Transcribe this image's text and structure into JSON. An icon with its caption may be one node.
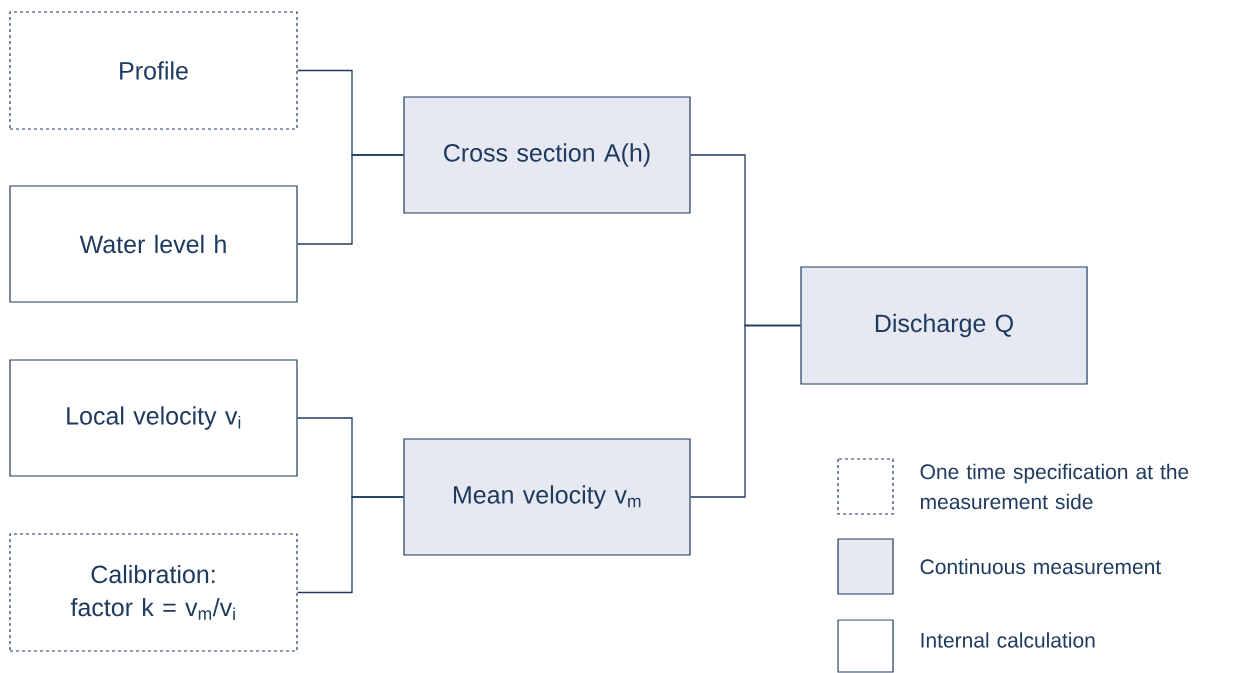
{
  "diagram": {
    "nodes": [
      {
        "text": [
          "Profile"
        ]
      },
      {
        "text": [
          "Water level h"
        ]
      },
      {
        "text": [
          "Cross section A(h)"
        ]
      },
      {
        "text": [
          "Local velocity v$_{i}$"
        ]
      },
      {
        "text": [
          "Calibration: factor k = v$_{m}$/v$_{i}$"
        ]
      },
      {
        "text": [
          "Mean velocity v$_{m}$"
        ]
      },
      {
        "text": [
          "Discharge Q"
        ]
      }
    ],
    "edges": [
      {
        "from": 0,
        "to": 2,
        "arrow": "none"
      },
      {
        "from": 1,
        "to": 2,
        "arrow": "none"
      },
      {
        "from": 3,
        "to": 5,
        "arrow": "none"
      },
      {
        "from": 4,
        "to": 5,
        "arrow": "none"
      },
      {
        "from": 2,
        "to": 6,
        "arrow": "none"
      },
      {
        "from": 5,
        "to": 6,
        "arrow": "none"
      }
    ],
    "legend": [
      {
        "text": "One time specification at the measurement side"
      },
      {
        "text": "Continuous measurement",
        "color": "#e6e9f1"
      },
      {
        "text": "Internal calculation"
      }
    ]
  }
}
